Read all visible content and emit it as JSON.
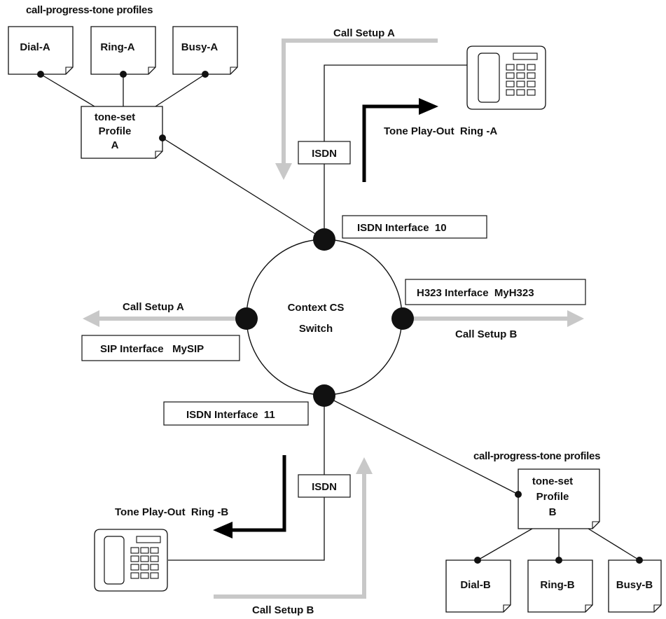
{
  "colors": {
    "line": "#111111",
    "call_arrow": "#c8c8c8",
    "tone_arrow": "#000000",
    "node": "#111111",
    "box_fill": "#ffffff"
  },
  "top_profiles": {
    "heading": "call-progress-tone profiles",
    "tone_set": [
      "tone-set",
      "Profile",
      "A"
    ],
    "dial": "Dial-A",
    "ring": "Ring-A",
    "busy": "Busy-A"
  },
  "bottom_profiles": {
    "heading": "call-progress-tone profiles",
    "tone_set": [
      "tone-set",
      "Profile",
      "B"
    ],
    "dial": "Dial-B",
    "ring": "Ring-B",
    "busy": "Busy-B"
  },
  "context": {
    "line1": "Context CS",
    "line2": "Switch"
  },
  "interfaces": {
    "isdn10": "ISDN Interface  10",
    "isdn11": "ISDN Interface  11",
    "h323": "H323 Interface  MyH323",
    "sip": "SIP Interface   MySIP"
  },
  "phones": {
    "top_isdn": "ISDN",
    "bottom_isdn": "ISDN",
    "top_phone": "telephone-icon",
    "bottom_phone": "telephone-icon"
  },
  "arrows": {
    "call_setup_top": "Call Setup A",
    "call_setup_left": "Call Setup A",
    "call_setup_right": "Call Setup B",
    "call_setup_bottom": "Call Setup B",
    "tone_top": "Tone Play-Out  Ring -A",
    "tone_bottom": "Tone Play-Out  Ring -B"
  }
}
